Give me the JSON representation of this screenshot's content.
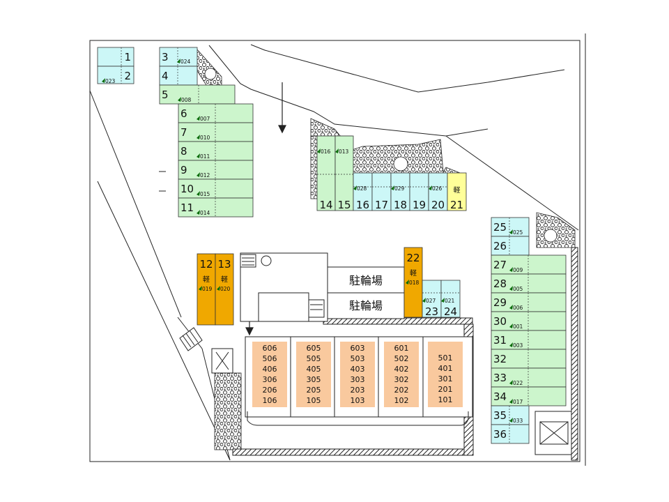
{
  "colors": {
    "green": "#ccf5cc",
    "cyan": "#ccf7f7",
    "yellow": "#ffff99",
    "orange": "#f0a800",
    "unit_block": "#f9c99e"
  },
  "kei_label": "軽",
  "bicycle_parking": [
    "駐輪場",
    "駐輪場"
  ],
  "slots": [
    {
      "num": "1",
      "code": ""
    },
    {
      "num": "2",
      "code": "023"
    },
    {
      "num": "3",
      "code": "024"
    },
    {
      "num": "4",
      "code": ""
    },
    {
      "num": "5",
      "code": "008"
    },
    {
      "num": "6",
      "code": "007"
    },
    {
      "num": "7",
      "code": "010"
    },
    {
      "num": "8",
      "code": "011"
    },
    {
      "num": "9",
      "code": "012"
    },
    {
      "num": "10",
      "code": "015"
    },
    {
      "num": "11",
      "code": "014"
    },
    {
      "num": "12",
      "code": "019"
    },
    {
      "num": "13",
      "code": "020"
    },
    {
      "num": "14",
      "code": "016"
    },
    {
      "num": "15",
      "code": "013"
    },
    {
      "num": "16",
      "code": "028"
    },
    {
      "num": "17",
      "code": ""
    },
    {
      "num": "18",
      "code": "029"
    },
    {
      "num": "19",
      "code": ""
    },
    {
      "num": "20",
      "code": "026"
    },
    {
      "num": "21",
      "code": ""
    },
    {
      "num": "22",
      "code": "018"
    },
    {
      "num": "23",
      "code": "027"
    },
    {
      "num": "24",
      "code": "021"
    },
    {
      "num": "25",
      "code": "025"
    },
    {
      "num": "26",
      "code": ""
    },
    {
      "num": "27",
      "code": "009"
    },
    {
      "num": "28",
      "code": "005"
    },
    {
      "num": "29",
      "code": "006"
    },
    {
      "num": "30",
      "code": "001"
    },
    {
      "num": "31",
      "code": "003"
    },
    {
      "num": "32",
      "code": ""
    },
    {
      "num": "33",
      "code": "022"
    },
    {
      "num": "34",
      "code": "017"
    },
    {
      "num": "35",
      "code": "033"
    },
    {
      "num": "36",
      "code": ""
    }
  ],
  "unit_columns": [
    [
      "606",
      "506",
      "406",
      "306",
      "206",
      "106"
    ],
    [
      "605",
      "505",
      "405",
      "305",
      "205",
      "105"
    ],
    [
      "603",
      "503",
      "403",
      "303",
      "203",
      "103"
    ],
    [
      "601",
      "502",
      "402",
      "302",
      "202",
      "102"
    ],
    [
      "501",
      "401",
      "301",
      "201",
      "101"
    ]
  ]
}
